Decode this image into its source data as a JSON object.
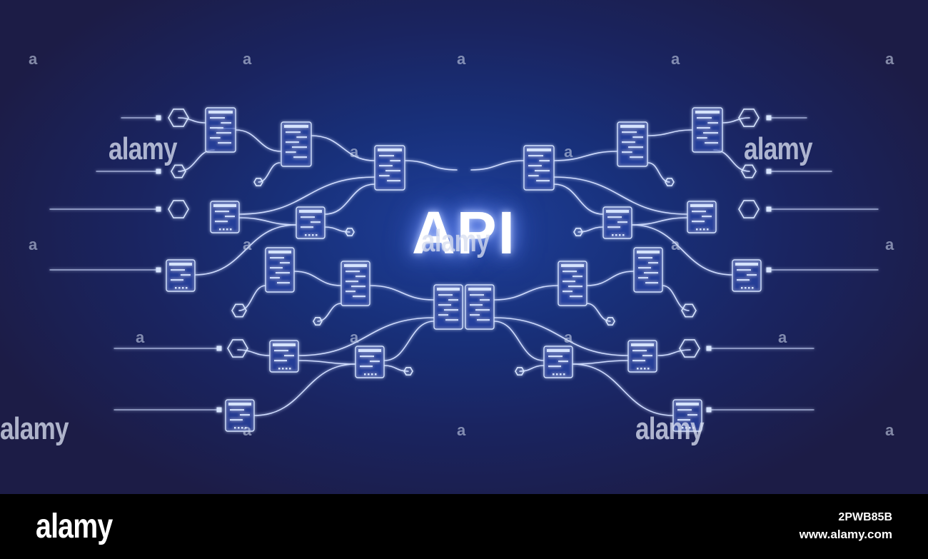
{
  "title": "API",
  "watermark": {
    "logo": "alamy",
    "mark": "a"
  },
  "footer": {
    "logo": "alamy",
    "image_id": "2PWB85B",
    "url": "www.alamy.com"
  },
  "colors": {
    "glow": "#d6e4ff",
    "background_center": "#1e3f9a",
    "background_edge": "#1c1c46"
  }
}
